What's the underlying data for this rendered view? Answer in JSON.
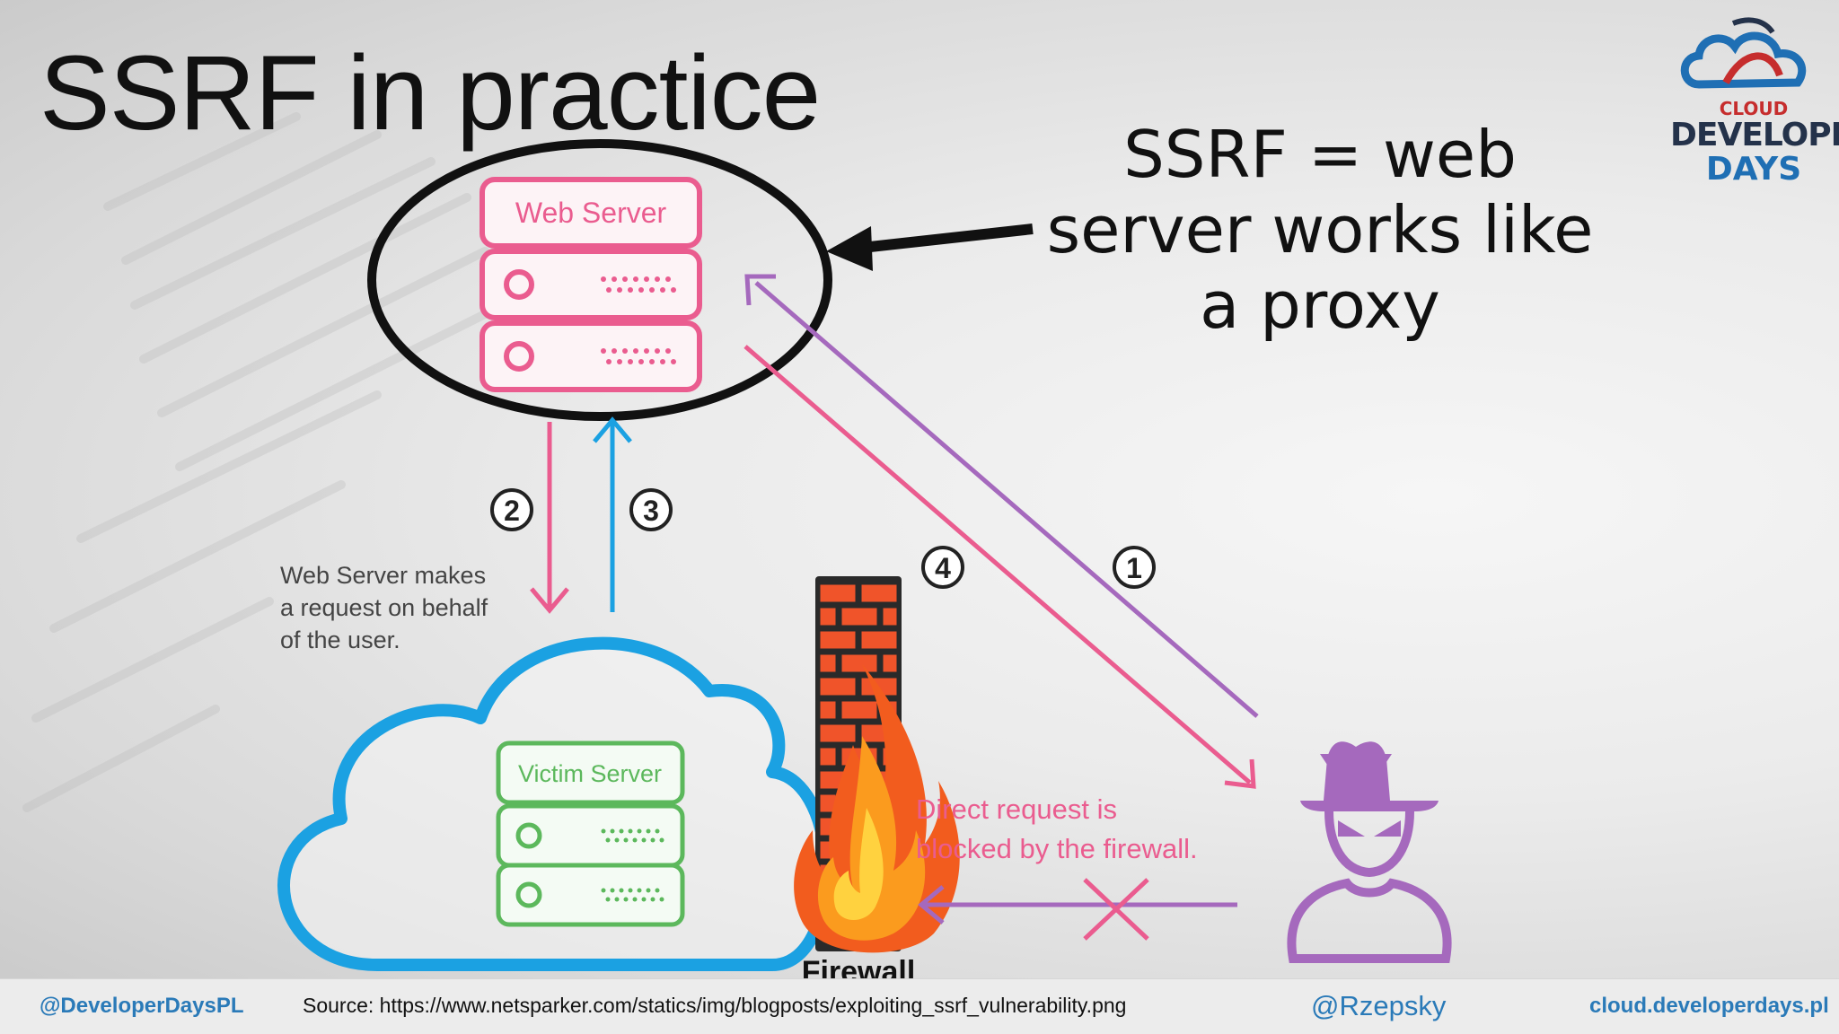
{
  "slide": {
    "title": "SSRF in practice",
    "callout_lines": [
      "SSRF = web",
      "server works like",
      "a proxy"
    ]
  },
  "logo": {
    "line1": "CLOUD",
    "line2": "DEVELOPER",
    "line3": "DAYS"
  },
  "diagram": {
    "web_server_label": "Web Server",
    "victim_server_label": "Victim Server",
    "firewall_label": "Firewall",
    "step_labels": [
      "1",
      "2",
      "3",
      "4"
    ],
    "note_web_server": [
      "Web Server makes",
      "a request on behalf",
      "of the user."
    ],
    "note_blocked": [
      "Direct request is",
      "blocked by the firewall."
    ]
  },
  "footer": {
    "twitter_handle": "@DeveloperDaysPL",
    "source": "Source: https://www.netsparker.com/statics/img/blogposts/exploiting_ssrf_vulnerability.png",
    "author": "@Rzepsky",
    "website": "cloud.developerdays.pl"
  },
  "colors": {
    "pink": "#ea5c8f",
    "purple": "#a569bd",
    "blue": "#1ba1e2",
    "green": "#5cb85c",
    "title": "#111111",
    "link": "#2a7ab8"
  }
}
